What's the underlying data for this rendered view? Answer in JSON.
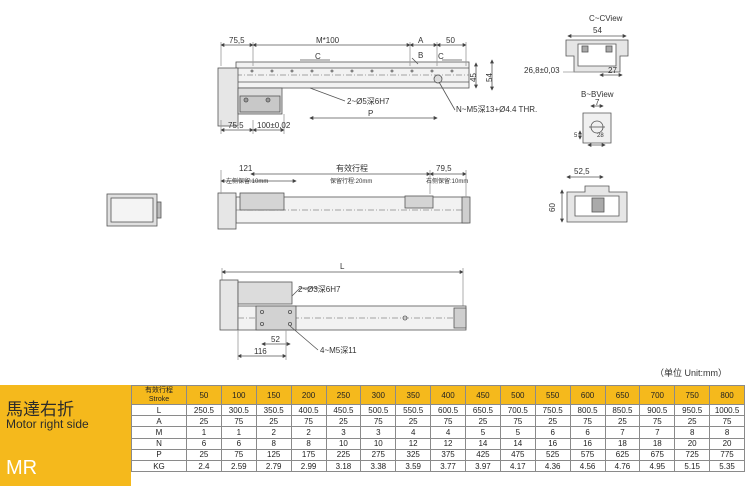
{
  "dimensions": {
    "top_75_5": "75,5",
    "m100": "M*100",
    "a": "A",
    "d50": "50",
    "c_left": "C",
    "c_right": "C",
    "b_top": "B",
    "d45": "45",
    "d54": "54",
    "hole_2_5": "2~Ø5深6H7",
    "hole_n_m5": "N~M5深13+Ø4.4 THR.",
    "p": "P",
    "bottom_75_5": "75,5",
    "d100": "100±0,02",
    "d121": "121",
    "stroke_cn": "有效行程",
    "d79_5": "79,5",
    "left_margin": "左侧保留:10mm",
    "stroke_margin": "保留行程:20mm",
    "right_margin": "右侧保留:10mm",
    "l": "L",
    "hole_2_3": "2~Ø3深6H7",
    "d52": "52",
    "d116": "116",
    "hole_4_m5": "4~M5深11",
    "cc_view": "C~CView",
    "cc_54": "54",
    "cc_26_8": "26,8±0,03",
    "cc_27": "27",
    "bb_view": "B~BView",
    "bb_7": "7",
    "bb_5": "5",
    "bb_28": "28",
    "side_52_5": "52,5",
    "side_60": "60"
  },
  "unit_note": "（单位 Unit:mm）",
  "panel": {
    "title_cn": "馬達右折",
    "title_en": "Motor right side",
    "model": "MR"
  },
  "table": {
    "header_label_cn": "有效行程",
    "header_label_en": "Stroke",
    "strokes": [
      "50",
      "100",
      "150",
      "200",
      "250",
      "300",
      "350",
      "400",
      "450",
      "500",
      "550",
      "600",
      "650",
      "700",
      "750",
      "800"
    ],
    "rows": [
      {
        "label": "L",
        "values": [
          "250.5",
          "300.5",
          "350.5",
          "400.5",
          "450.5",
          "500.5",
          "550.5",
          "600.5",
          "650.5",
          "700.5",
          "750.5",
          "800.5",
          "850.5",
          "900.5",
          "950.5",
          "1000.5"
        ]
      },
      {
        "label": "A",
        "values": [
          "25",
          "75",
          "25",
          "75",
          "25",
          "75",
          "25",
          "75",
          "25",
          "75",
          "25",
          "75",
          "25",
          "75",
          "25",
          "75"
        ]
      },
      {
        "label": "M",
        "values": [
          "1",
          "1",
          "2",
          "2",
          "3",
          "3",
          "4",
          "4",
          "5",
          "5",
          "6",
          "6",
          "7",
          "7",
          "8",
          "8"
        ]
      },
      {
        "label": "N",
        "values": [
          "6",
          "6",
          "8",
          "8",
          "10",
          "10",
          "12",
          "12",
          "14",
          "14",
          "16",
          "16",
          "18",
          "18",
          "20",
          "20"
        ]
      },
      {
        "label": "P",
        "values": [
          "25",
          "75",
          "125",
          "175",
          "225",
          "275",
          "325",
          "375",
          "425",
          "475",
          "525",
          "575",
          "625",
          "675",
          "725",
          "775"
        ]
      },
      {
        "label": "KG",
        "values": [
          "2.4",
          "2.59",
          "2.79",
          "2.99",
          "3.18",
          "3.38",
          "3.59",
          "3.77",
          "3.97",
          "4.17",
          "4.36",
          "4.56",
          "4.76",
          "4.95",
          "5.15",
          "5.35"
        ]
      }
    ]
  },
  "colors": {
    "panel_yellow": "#f5b91c",
    "line": "#555555",
    "profile_fill": "#e6e6e6",
    "dark": "#888888"
  }
}
